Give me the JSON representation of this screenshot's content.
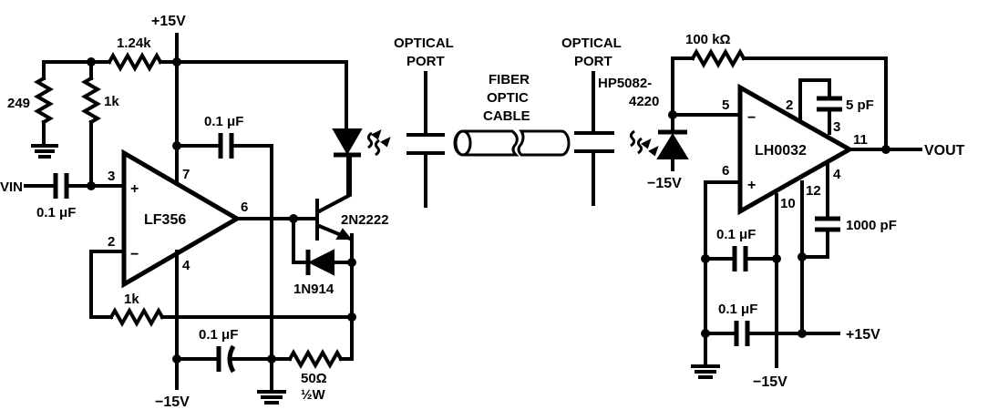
{
  "diagram": {
    "type": "circuit-schematic",
    "description": "Fiber optic link: LF356 LED driver transmitter and LH0032 photodiode receiver",
    "colors": {
      "ink": "#000000",
      "background": "#ffffff"
    },
    "transmitter": {
      "supply_pos": "+15V",
      "supply_neg": "−15V",
      "input_label": "VIN",
      "opamp": {
        "name": "LF356",
        "pins": {
          "noninv": "3",
          "inv": "2",
          "vpos": "7",
          "vneg": "4",
          "out": "6"
        },
        "plus": "+",
        "minus": "−"
      },
      "resistors": {
        "r_top": "1.24k",
        "r_249": "249",
        "r_1k_bias": "1k",
        "r_1k_feedback": "1k",
        "r_50": "50Ω",
        "r_50_power": "½W"
      },
      "capacitors": {
        "c_input": "0.1 μF",
        "c_bypass_pos": "0.1 μF",
        "c_bypass_neg": "0.1 μF"
      },
      "transistor": "2N2222",
      "diode": "1N914"
    },
    "link": {
      "port_left_line1": "OPTICAL",
      "port_left_line2": "PORT",
      "cable_line1": "FIBER",
      "cable_line2": "OPTIC",
      "cable_line3": "CABLE",
      "port_right_line1": "OPTICAL",
      "port_right_line2": "PORT"
    },
    "receiver": {
      "photodiode_line1": "HP5082-",
      "photodiode_line2": "4220",
      "photodiode_bias": "−15V",
      "feedback_resistor": "100 kΩ",
      "opamp": {
        "name": "LH0032",
        "pins": {
          "inv": "5",
          "noninv": "6",
          "p2": "2",
          "p3": "3",
          "out": "11",
          "p4": "4",
          "p12": "12",
          "p10": "10"
        },
        "plus": "+",
        "minus": "−"
      },
      "capacitors": {
        "c_comp_small": "5 pF",
        "c_comp_large": "1000 pF",
        "c_bypass_1": "0.1 μF",
        "c_bypass_2": "0.1 μF"
      },
      "supply_pos": "+15V",
      "supply_neg": "−15V",
      "output_label": "VOUT"
    }
  }
}
